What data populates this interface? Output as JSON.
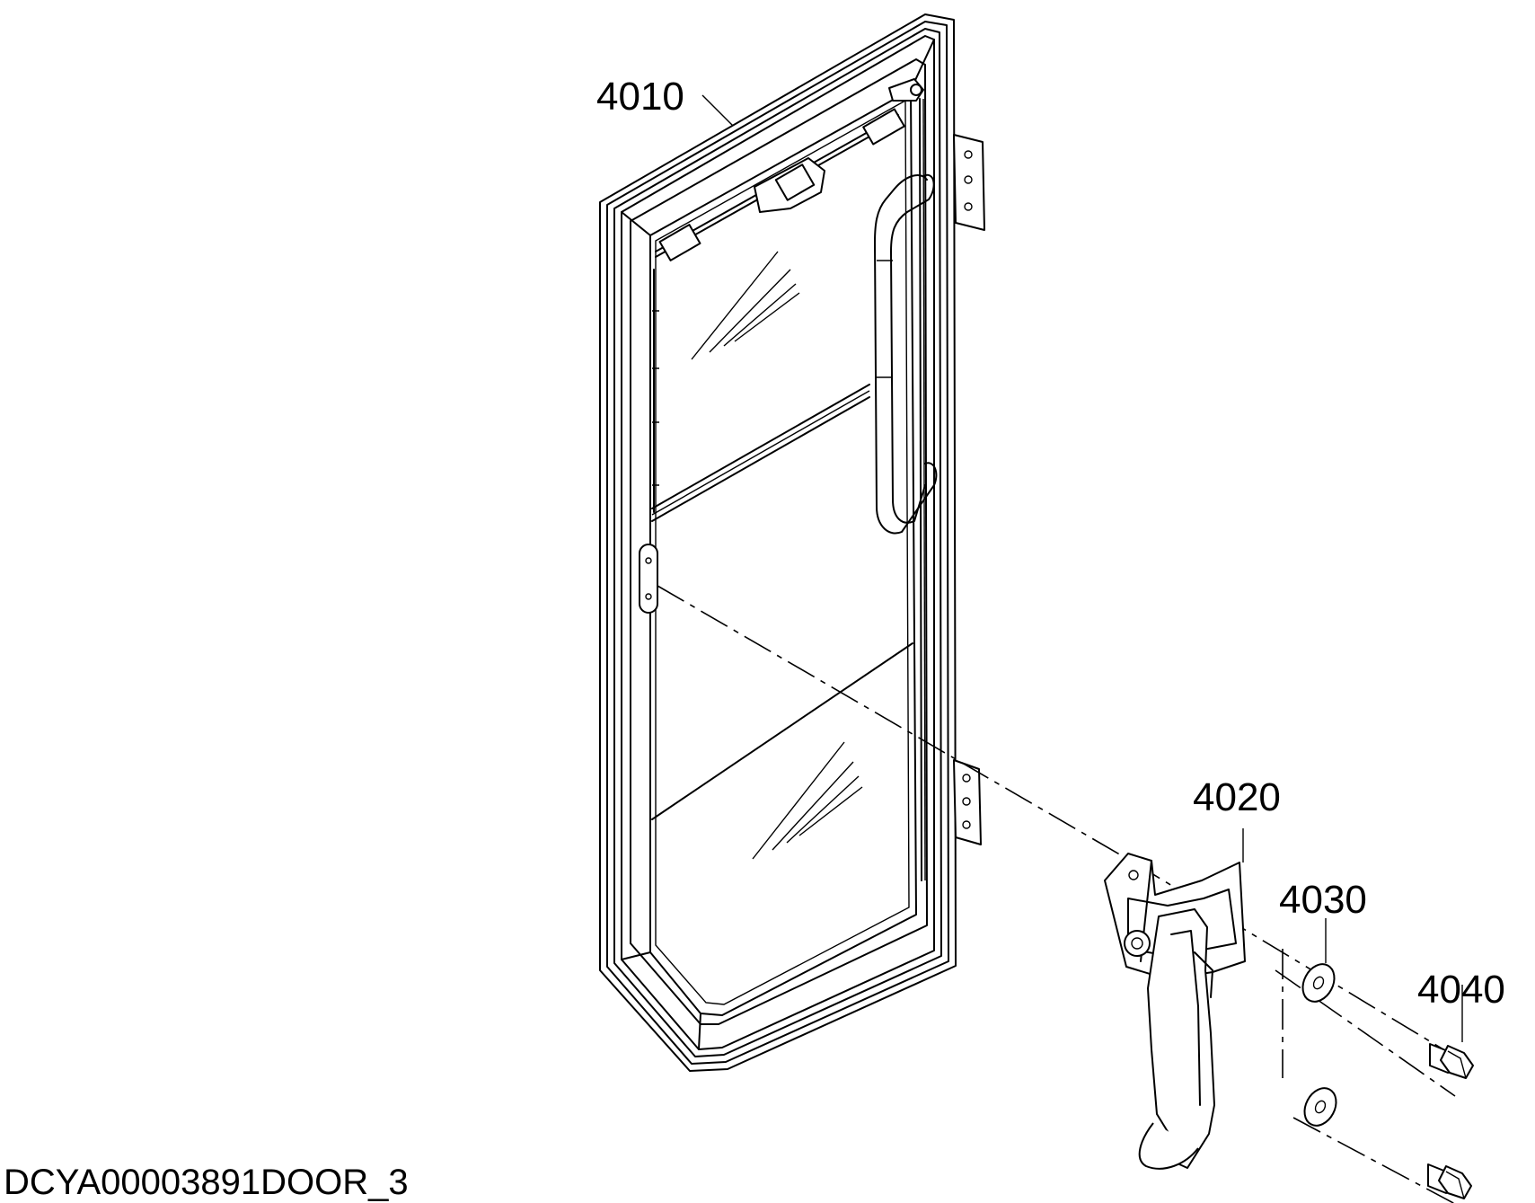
{
  "callouts": {
    "door_assembly": "4010",
    "latch": "4020",
    "washer": "4030",
    "bolt": "4040"
  },
  "drawing_id": "DCYA00003891DOOR_3",
  "colors": {
    "line": "#000000",
    "background": "#ffffff"
  }
}
